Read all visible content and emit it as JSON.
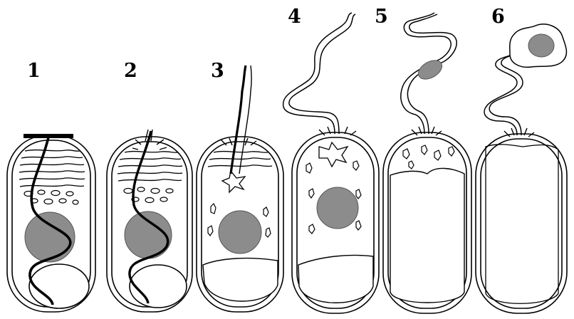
{
  "figure": {
    "panels": [
      {
        "label": "1"
      },
      {
        "label": "2"
      },
      {
        "label": "3"
      },
      {
        "label": "4"
      },
      {
        "label": "5"
      },
      {
        "label": "6"
      }
    ]
  },
  "colors": {
    "outline": "#000000",
    "nucleus": "#8c8c8c",
    "background": "#ffffff"
  }
}
